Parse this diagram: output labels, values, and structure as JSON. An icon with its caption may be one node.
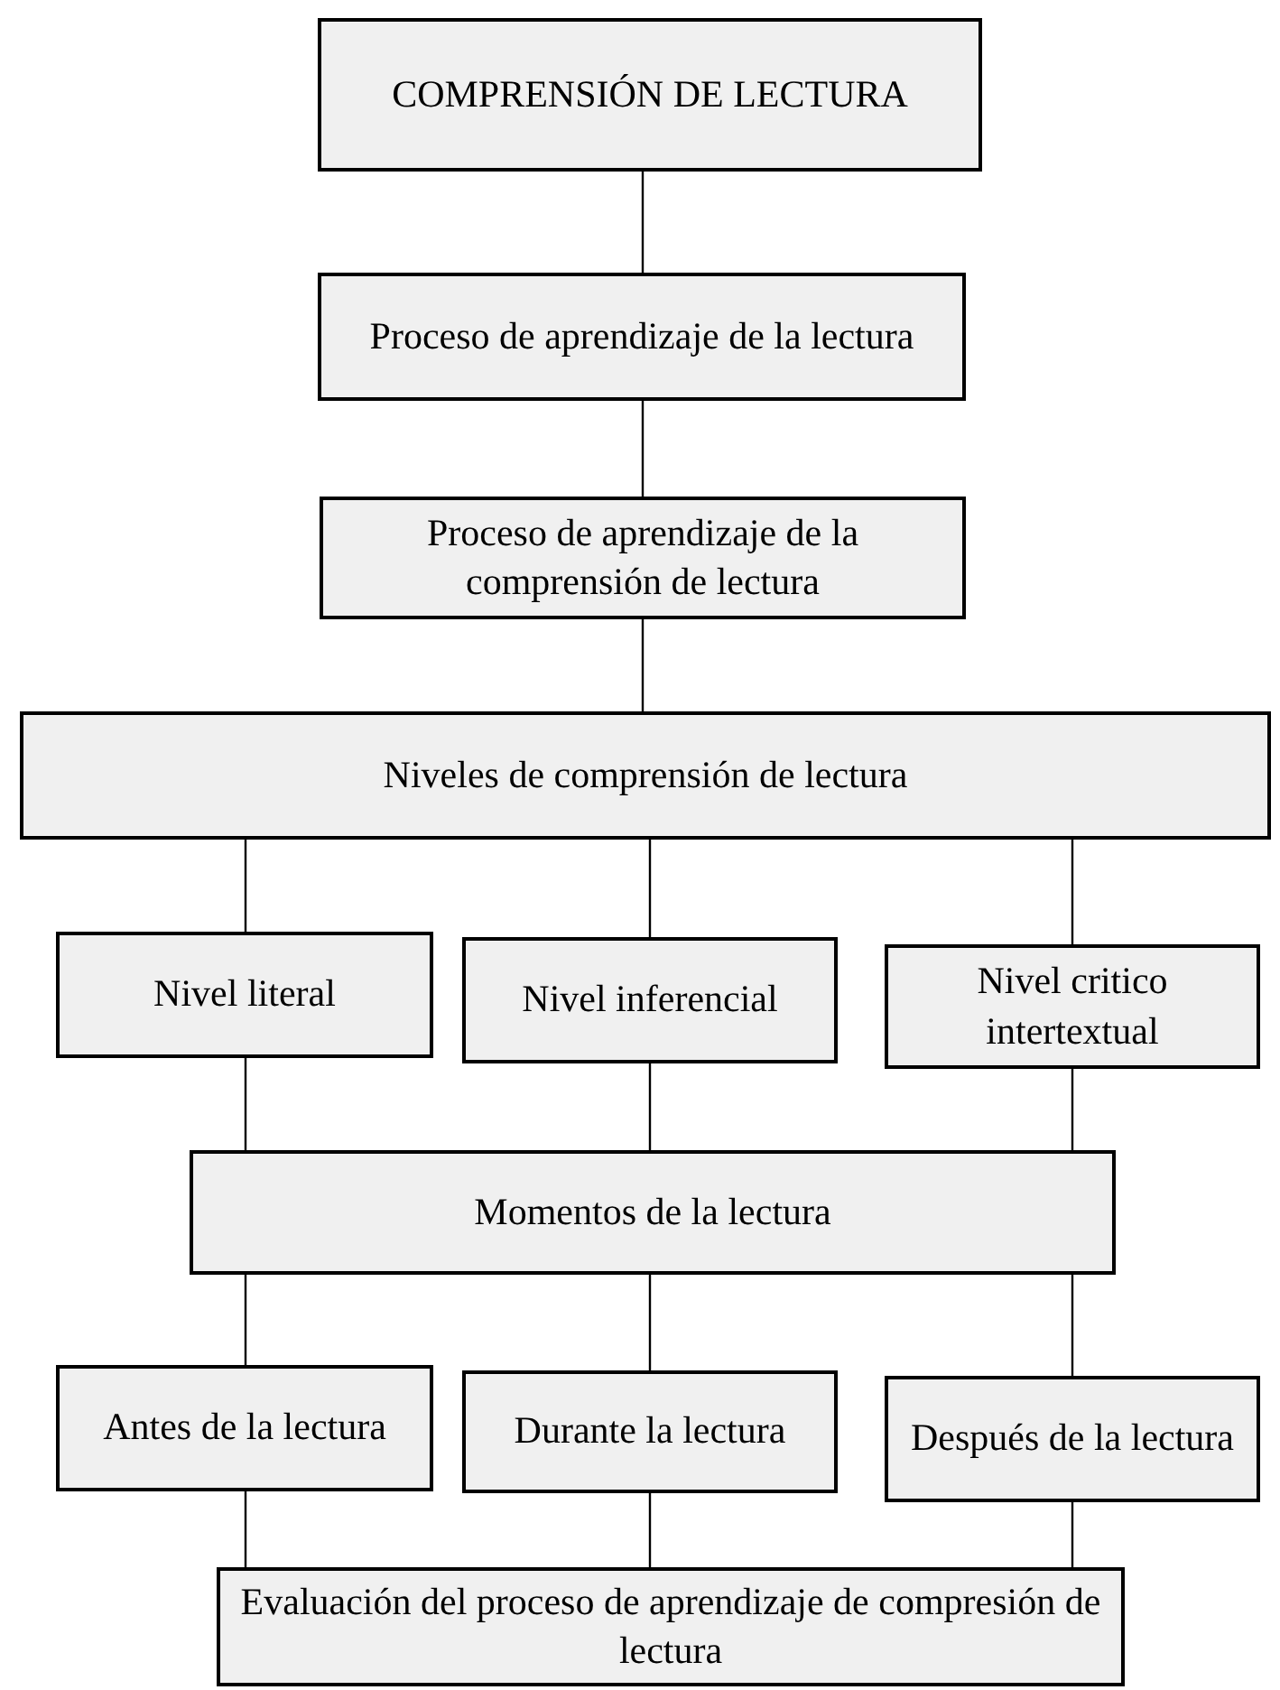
{
  "diagram": {
    "nodes": [
      {
        "text": [
          "COMPRENSIÓN DE LECTURA"
        ]
      },
      {
        "text": [
          "Proceso de aprendizaje de la lectura"
        ]
      },
      {
        "text": [
          "Proceso de aprendizaje de la comprensión de lectura"
        ]
      },
      {
        "text": [
          "Niveles de comprensión de lectura"
        ]
      },
      {
        "text": [
          "Nivel literal"
        ]
      },
      {
        "text": [
          "Nivel inferencial"
        ]
      },
      {
        "text": [
          "Nivel critico intertextual"
        ]
      },
      {
        "text": [
          "Momentos de la lectura"
        ]
      },
      {
        "text": [
          "Antes de la lectura"
        ]
      },
      {
        "text": [
          "Durante la lectura"
        ]
      },
      {
        "text": [
          "Después de la lectura"
        ]
      },
      {
        "text": [
          "Evaluación del proceso de aprendizaje de compresión de lectura"
        ]
      }
    ],
    "edges": [
      {
        "from": 0,
        "to": 1,
        "arrow": "none"
      },
      {
        "from": 1,
        "to": 2,
        "arrow": "none"
      },
      {
        "from": 2,
        "to": 3,
        "arrow": "none"
      },
      {
        "from": 3,
        "to": 4,
        "arrow": "none"
      },
      {
        "from": 3,
        "to": 5,
        "arrow": "none"
      },
      {
        "from": 3,
        "to": 6,
        "arrow": "none"
      },
      {
        "from": 4,
        "to": 7,
        "arrow": "none"
      },
      {
        "from": 5,
        "to": 7,
        "arrow": "none"
      },
      {
        "from": 6,
        "to": 7,
        "arrow": "none"
      },
      {
        "from": 7,
        "to": 8,
        "arrow": "none"
      },
      {
        "from": 7,
        "to": 9,
        "arrow": "none"
      },
      {
        "from": 7,
        "to": 10,
        "arrow": "none"
      },
      {
        "from": 8,
        "to": 11,
        "arrow": "none"
      },
      {
        "from": 9,
        "to": 11,
        "arrow": "none"
      },
      {
        "from": 10,
        "to": 11,
        "arrow": "none"
      }
    ]
  }
}
